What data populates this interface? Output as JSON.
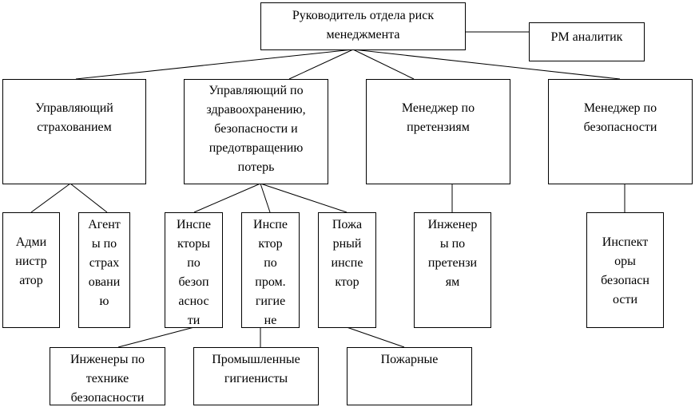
{
  "head": "Руководитель отдела риск\nменеджмента",
  "analyst": "PM аналитик",
  "managers": [
    "Управляющий\nстрахованием",
    "Управляющий по\nздравоохранению,\nбезопасности и\nпредотвращению\nпотерь",
    "Менеджер по\nпретензиям",
    "Менеджер по\nбезопасности"
  ],
  "staff": [
    "Адми\nнистр\nатор",
    "Агент\nы по\nстрах\nовани\nю",
    "Инспе\nкторы\nпо\nбезоп\nаснос\nти",
    "Инспе\nктор\nпо\nпром.\nгигие\nне",
    "Пожа\nрный\nинспе\nктор",
    "Инженер\nы по\nпретензи\nям",
    "Инспект\nоры\nбезопасн\nости"
  ],
  "specialists": [
    "Инженеры по\nтехнике\nбезопасности",
    "Промышленные\nгигиенисты",
    "Пожарные"
  ]
}
